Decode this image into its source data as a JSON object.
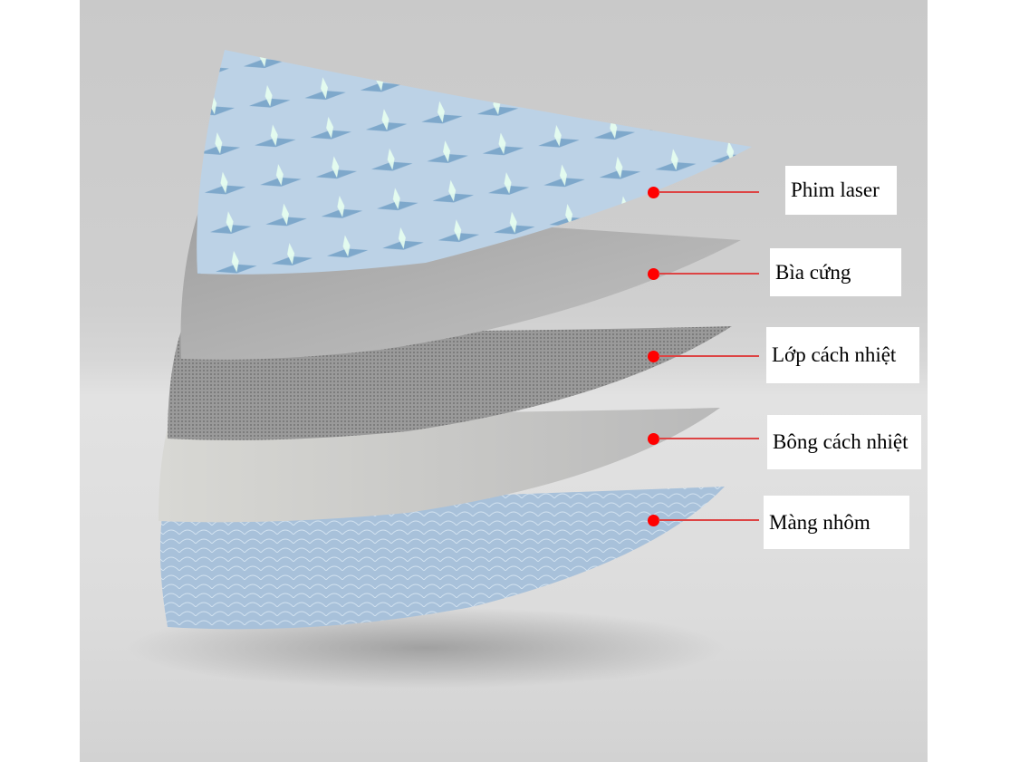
{
  "layers": [
    {
      "name": "Phim laser",
      "color": "#b9cfe2"
    },
    {
      "name": "Bìa cứng",
      "color": "#a9a9a9"
    },
    {
      "name": "Lớp cách nhiệt",
      "color": "#8e8e8e"
    },
    {
      "name": "Bông cách nhiệt",
      "color": "#cfcfcf"
    },
    {
      "name": "Màng nhôm",
      "color": "#a9c2da"
    }
  ],
  "marker_color": "#ff0000"
}
